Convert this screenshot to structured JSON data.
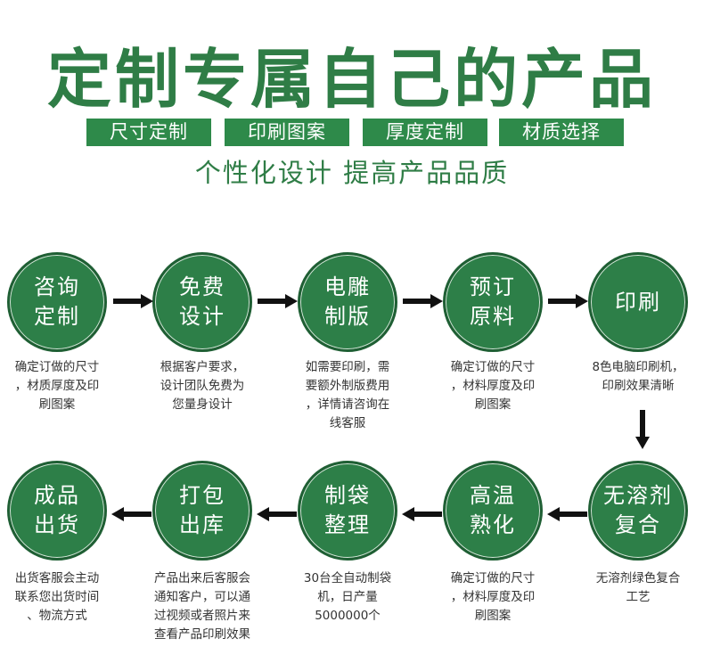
{
  "title": "定制专属自己的产品",
  "tags": [
    "尺寸定制",
    "印刷图案",
    "厚度定制",
    "材质选择"
  ],
  "subtitle": "个性化设计 提高产品品质",
  "colors": {
    "accent_green": "#2d7f48",
    "tag_green": "#2e8a4a",
    "title_green": "#2f7d46",
    "arrow": "#111111"
  },
  "steps": [
    {
      "label": "咨询\n定制",
      "desc": "确定订做的尺寸\n，材质厚度及印\n刷图案"
    },
    {
      "label": "免费\n设计",
      "desc": "根据客户要求，\n设计团队免费为\n您量身设计"
    },
    {
      "label": "电雕\n制版",
      "desc": "如需要印刷，需\n要额外制版费用\n，详情请咨询在\n线客服"
    },
    {
      "label": "预订\n原料",
      "desc": "确定订做的尺寸\n，材料厚度及印\n刷图案"
    },
    {
      "label": "印刷",
      "desc": "8色电脑印刷机，\n印刷效果清晰"
    },
    {
      "label": "无溶剂\n复合",
      "desc": "无溶剂绿色复合\n工艺"
    },
    {
      "label": "高温\n熟化",
      "desc": "确定订做的尺寸\n，材料厚度及印\n刷图案"
    },
    {
      "label": "制袋\n整理",
      "desc": "30台全自动制袋\n机，日产量\n5000000个"
    },
    {
      "label": "打包\n出库",
      "desc": "产品出来后客服会\n通知客户，可以通\n过视频或者照片来\n查看产品印刷效果"
    },
    {
      "label": "成品\n出货",
      "desc": "出货客服会主动\n联系您出货时间\n、物流方式"
    }
  ]
}
